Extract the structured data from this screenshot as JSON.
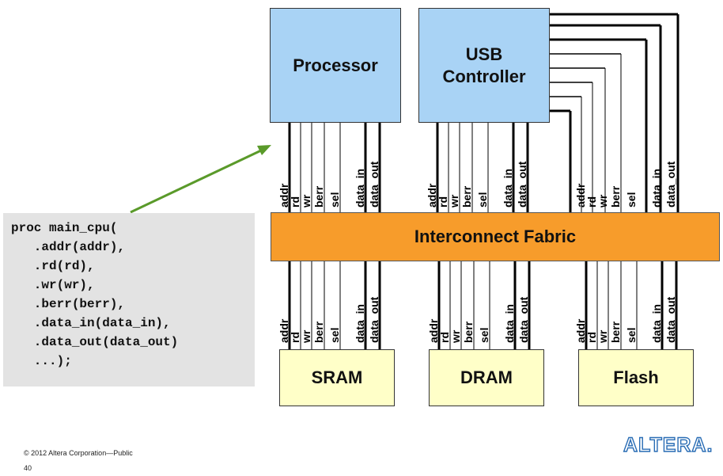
{
  "blocks": {
    "processor": "Processor",
    "usb_line1": "USB",
    "usb_line2": "Controller",
    "interconnect": "Interconnect Fabric",
    "sram": "SRAM",
    "dram": "DRAM",
    "flash": "Flash"
  },
  "signals": [
    "addr",
    "rd",
    "wr",
    "berr",
    "sel",
    "data_in",
    "data_out"
  ],
  "code_lines": [
    "proc main_cpu(",
    "   .addr(addr),",
    "   .rd(rd),",
    "   .wr(wr),",
    "   .berr(berr),",
    "   .data_in(data_in),",
    "   .data_out(data_out)",
    "   ...);"
  ],
  "footer": {
    "copyright": "© 2012 Altera Corporation—Public",
    "page": "40"
  },
  "logo": "ALTERA.",
  "colors": {
    "processor_fill": "#a9d3f5",
    "memory_fill": "#ffffc8",
    "fabric_fill": "#f79c2b",
    "arrow": "#5a9a2a",
    "code_bg": "#e3e3e3"
  }
}
